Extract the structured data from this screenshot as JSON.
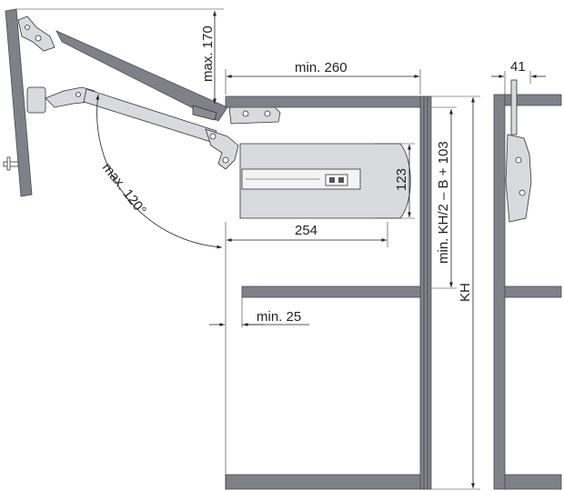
{
  "dimensions": {
    "max_height": "max. 170",
    "min_depth": "min. 260",
    "max_angle": "max. 120°",
    "unit_height": "123",
    "unit_width": "254",
    "formula": "min. KH/2 – B + 103",
    "cabinet_height": "KH",
    "min_offset": "min. 25",
    "side_width": "41"
  },
  "colors": {
    "panel": "#7e8188",
    "hardware": "#d9dadd",
    "line": "#222222"
  }
}
